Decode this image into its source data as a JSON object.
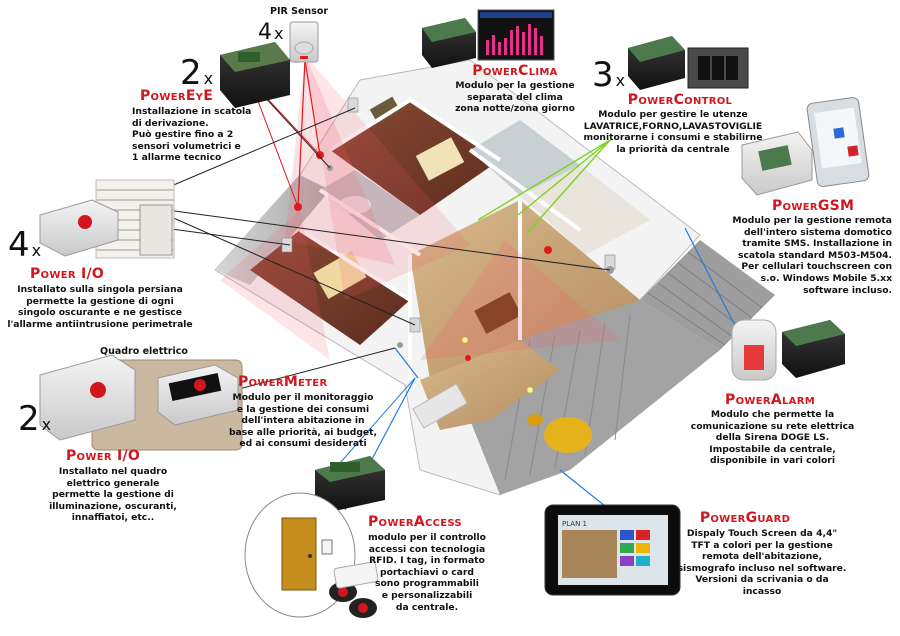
{
  "colors": {
    "accent_red": "#d2161e",
    "line_black": "#222222",
    "line_red": "#e01818",
    "line_green": "#7ed321",
    "line_blue": "#1f7be0",
    "floor": "#c8a577",
    "wall": "#f2f2f2"
  },
  "pir_sensor": {
    "label": "PIR Sensor",
    "multiplier": "4",
    "x": "x"
  },
  "quadro": {
    "label": "Quadro elettrico"
  },
  "modules": {
    "powereye": {
      "multiplier": "2",
      "x": "x",
      "title": "PowerEyE",
      "desc": [
        "Installazione in scatola",
        "di derivazione.",
        "Può gestire fino a 2",
        "sensori volumetrici e",
        "1 allarme tecnico"
      ]
    },
    "powerclima": {
      "title": "PowerClima",
      "desc": [
        "Modulo per la gestione",
        "separata del clima",
        "zona notte/zona giorno"
      ]
    },
    "powercontrol": {
      "multiplier": "3",
      "x": "x",
      "title": "PowerControl",
      "desc": [
        "Modulo per gestire le utenze",
        "LAVATRICE,FORNO,LAVASTOVIGLIE",
        "monitorarne i consumi e stabilirne",
        "la priorità da centrale"
      ]
    },
    "powergsm": {
      "title": "PowerGSM",
      "desc": [
        "Modulo per la gestione remota",
        "dell'intero sistema domotico",
        "tramite SMS. Installazione in",
        "scatola standard M503-M504.",
        "Per cellulari touchscreen con",
        "s.o. Windows Mobile 5.xx",
        "software incluso."
      ]
    },
    "powerio_top": {
      "multiplier": "4",
      "x": "x",
      "title": "Power I/O",
      "desc": [
        "Installato sulla singola persiana",
        "permette la gestione di ogni",
        "singolo oscurante e ne gestisce",
        "l'allarme antiintrusione perimetrale"
      ]
    },
    "powermeter": {
      "title": "PowerMeter",
      "desc": [
        "Modulo per il monitoraggio",
        "e la gestione dei consumi",
        "dell'intera abitazione in",
        "base alle priorità, ai budget,",
        "ed ai consumi desiderati"
      ]
    },
    "poweralarm": {
      "title": "PowerAlarm",
      "desc": [
        "Modulo che permette la",
        "comunicazione su rete elettrica",
        "della Sirena DOGE LS.",
        "Impostabile da centrale,",
        "disponibile in vari colori"
      ]
    },
    "powerio_bottom": {
      "multiplier": "2",
      "x": "x",
      "title": "Power I/O",
      "desc": [
        "Installato nel quadro",
        "elettrico generale",
        "permette la gestione di",
        "illuminazione, oscuranti,",
        "innaffiatoi, etc.."
      ]
    },
    "poweraccess": {
      "title": "PowerAccess",
      "desc": [
        "modulo per il controllo",
        "accessi con tecnologia",
        "RFID. I tag, in formato",
        "portachiavi o card",
        "sono programmabili",
        "e personalizzabili",
        "da centrale."
      ]
    },
    "powerguard": {
      "title": "PowerGuard",
      "desc": [
        "Dispaly Touch Screen da 4,4\"",
        "TFT a colori per la gestione",
        "remota dell'abitazione,",
        "sismografo incluso nel software.",
        "Versioni da scrivania o da",
        "incasso"
      ]
    }
  },
  "screen": {
    "header": "PLAN 1"
  }
}
